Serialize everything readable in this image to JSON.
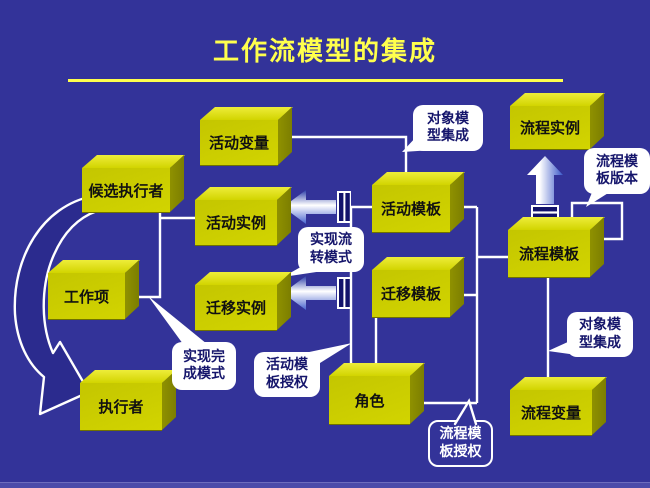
{
  "slide": {
    "title": "工作流模型的集成"
  },
  "colors": {
    "background": "#333399",
    "title": "#ffff4d",
    "box_front": "#c9cb00",
    "box_top": "#e3e52a",
    "box_side": "#858700",
    "wire": "#ffffff",
    "callout_fill": "#ffffff",
    "callout_text": "#15156b",
    "arrow_dark_blue": "#12126b"
  },
  "boxes": [
    {
      "id": "activity-variable",
      "label": "活动变量"
    },
    {
      "id": "candidate-performer",
      "label": "候选执行者"
    },
    {
      "id": "activity-instance",
      "label": "活动实例"
    },
    {
      "id": "activity-template",
      "label": "活动模板"
    },
    {
      "id": "process-instance",
      "label": "流程实例"
    },
    {
      "id": "work-item",
      "label": "工作项"
    },
    {
      "id": "transition-instance",
      "label": "迁移实例"
    },
    {
      "id": "transition-template",
      "label": "迁移模板"
    },
    {
      "id": "process-template",
      "label": "流程模板"
    },
    {
      "id": "performer",
      "label": "执行者"
    },
    {
      "id": "role",
      "label": "角色"
    },
    {
      "id": "process-variable",
      "label": "流程变量"
    }
  ],
  "callouts": [
    {
      "id": "object-model-integration-top",
      "full": "对象模型集成",
      "lines": [
        "对象模",
        "型集成"
      ],
      "style": "filled"
    },
    {
      "id": "process-template-version",
      "full": "流程模板版本",
      "lines": [
        "流程模",
        "板版本"
      ],
      "style": "filled"
    },
    {
      "id": "realize-transfer-mode",
      "full": "实现流转模式",
      "lines": [
        "实现流",
        "转模式"
      ],
      "style": "filled"
    },
    {
      "id": "realize-completion-mode",
      "full": "实现完成模式",
      "lines": [
        "实现完",
        "成模式"
      ],
      "style": "filled"
    },
    {
      "id": "activity-template-authorization",
      "full": "活动模板授权",
      "lines": [
        "活动模",
        "板授权"
      ],
      "style": "filled"
    },
    {
      "id": "process-template-authorization",
      "full": "流程模板授权",
      "lines": [
        "流程模",
        "板授权"
      ],
      "style": "outlined"
    },
    {
      "id": "object-model-integration-bottom",
      "full": "对象模型集成",
      "lines": [
        "对象模",
        "型集成"
      ],
      "style": "filled"
    }
  ]
}
